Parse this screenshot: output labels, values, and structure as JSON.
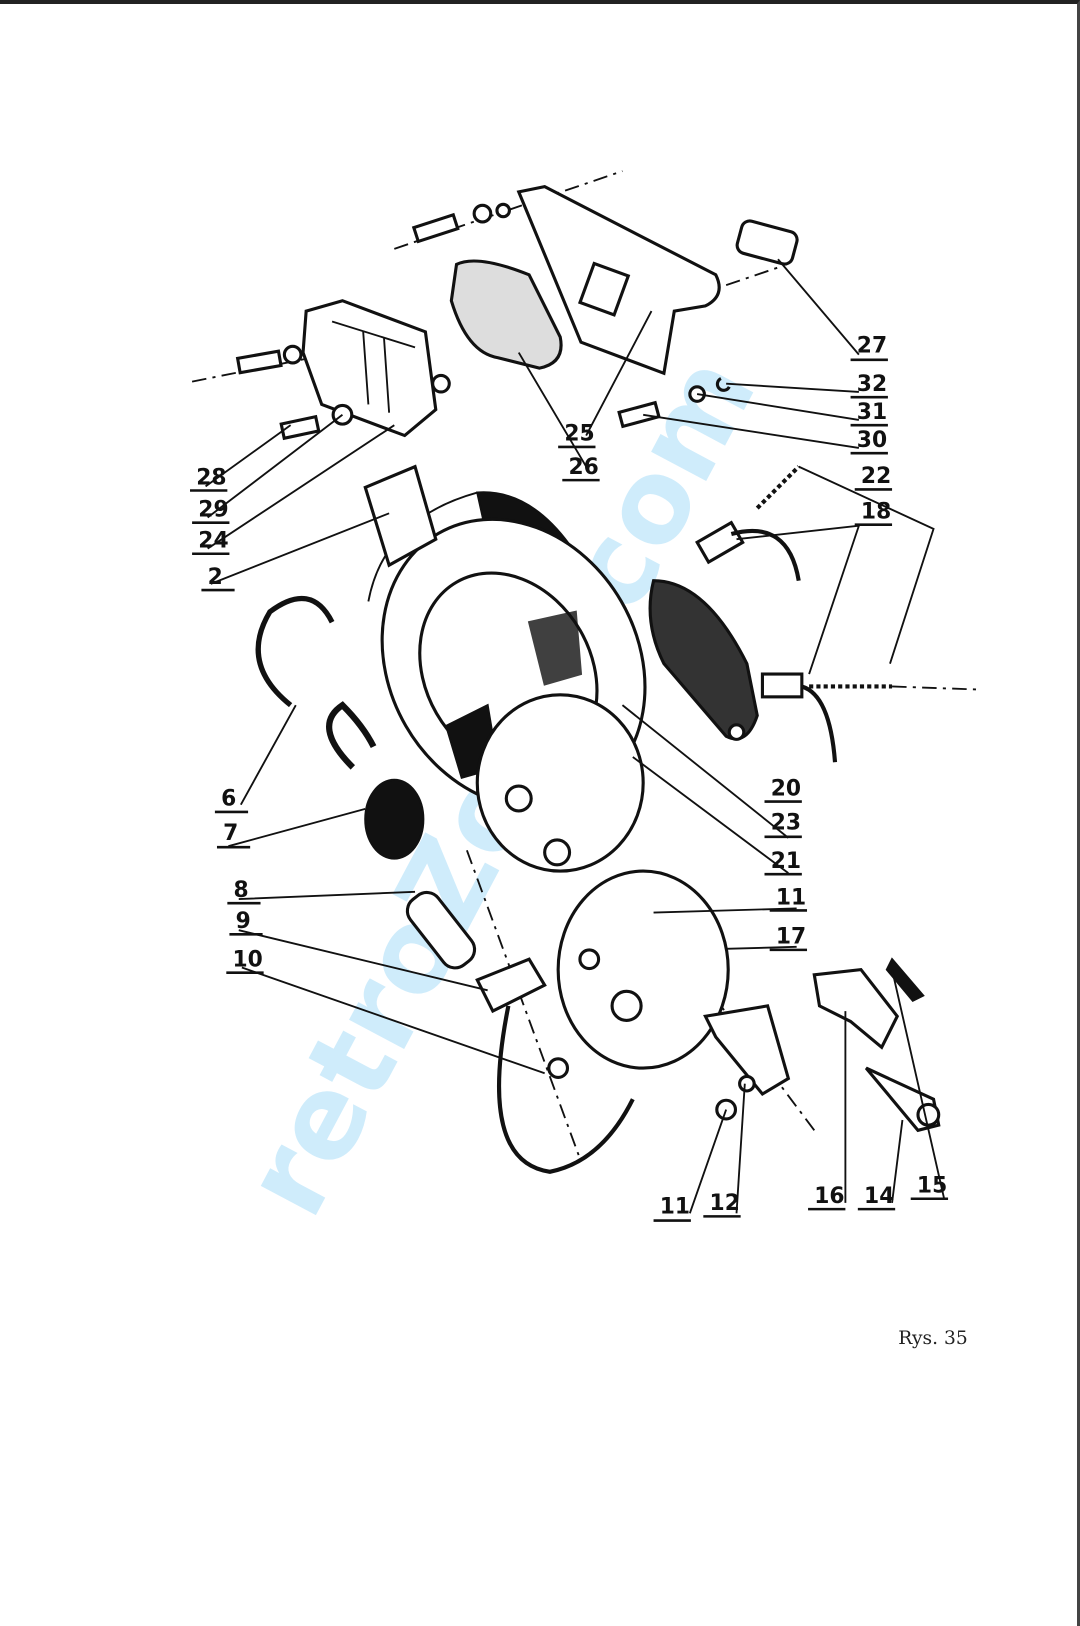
{
  "figure": {
    "caption": "Rys. 35",
    "watermark": "retroZone.com",
    "labels": {
      "l27": "27",
      "l32": "32",
      "l31": "31",
      "l30": "30",
      "l22": "22",
      "l18": "18",
      "l25": "25",
      "l26": "26",
      "l28": "28",
      "l29": "29",
      "l24": "24",
      "l2": "2",
      "l6": "6",
      "l7": "7",
      "l20": "20",
      "l23": "23",
      "l21": "21",
      "l11a": "11",
      "l17": "17",
      "l8": "8",
      "l9": "9",
      "l10": "10",
      "l11b": "11",
      "l12": "12",
      "l16": "16",
      "l14": "14",
      "l15": "15"
    }
  }
}
